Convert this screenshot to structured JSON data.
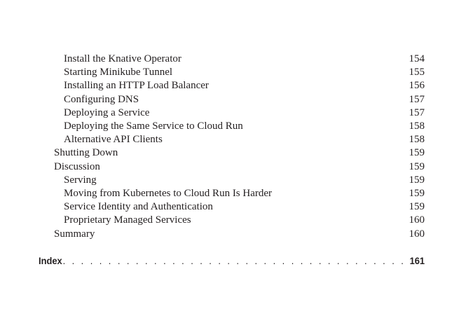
{
  "entries": [
    {
      "title": "Install the Knative Operator",
      "page": "154",
      "level": 2
    },
    {
      "title": "Starting Minikube Tunnel",
      "page": "155",
      "level": 2
    },
    {
      "title": "Installing an HTTP Load Balancer",
      "page": "156",
      "level": 2
    },
    {
      "title": "Configuring DNS",
      "page": "157",
      "level": 2
    },
    {
      "title": "Deploying a Service",
      "page": "157",
      "level": 2
    },
    {
      "title": "Deploying the Same Service to Cloud Run",
      "page": "158",
      "level": 2
    },
    {
      "title": "Alternative API Clients",
      "page": "158",
      "level": 2
    },
    {
      "title": "Shutting Down",
      "page": "159",
      "level": 1
    },
    {
      "title": "Discussion",
      "page": "159",
      "level": 1
    },
    {
      "title": "Serving",
      "page": "159",
      "level": 2
    },
    {
      "title": "Moving from Kubernetes to Cloud Run Is Harder",
      "page": "159",
      "level": 2
    },
    {
      "title": "Service Identity and Authentication",
      "page": "159",
      "level": 2
    },
    {
      "title": "Proprietary Managed Services",
      "page": "160",
      "level": 2
    },
    {
      "title": "Summary",
      "page": "160",
      "level": 1
    }
  ],
  "index": {
    "title": "Index",
    "page": "161"
  }
}
